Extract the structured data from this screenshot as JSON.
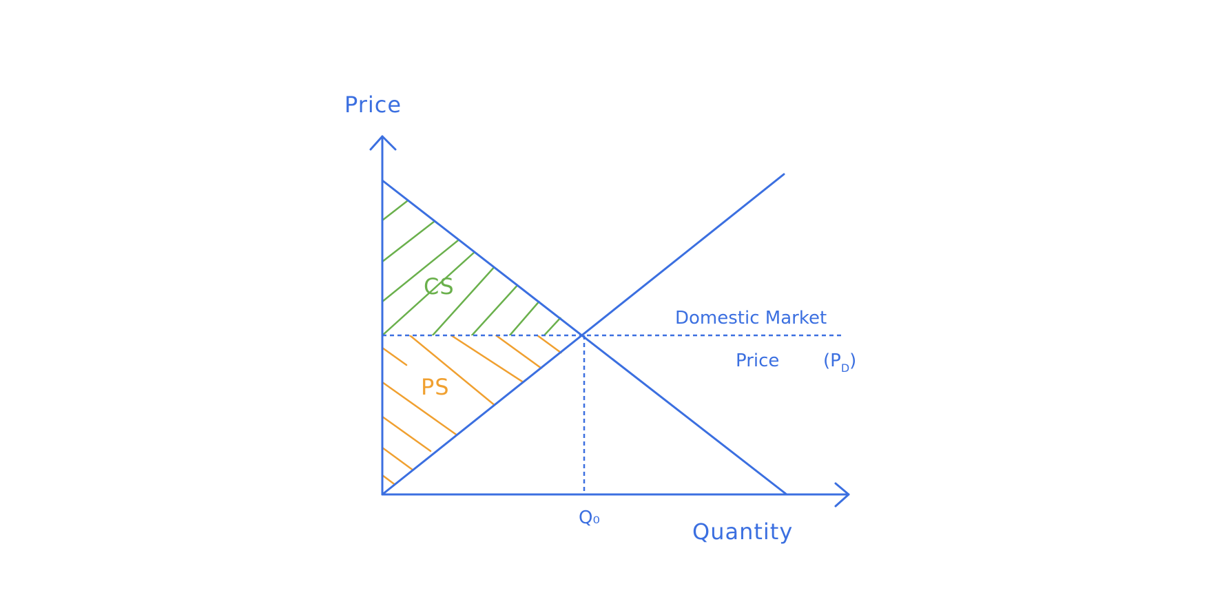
{
  "colors": {
    "ink": "#3b6fe0",
    "consumer_surplus": "#6ab04c",
    "producer_surplus": "#f0a030",
    "background": "#ffffff"
  },
  "axes": {
    "y_label": "Price",
    "x_label": "Quantity"
  },
  "curves": {
    "demand": "downward-sloping line",
    "supply": "upward-sloping line"
  },
  "equilibrium": {
    "quantity_label": "Q₀"
  },
  "price_line": {
    "line1": "Domestic Market",
    "line2": "Price",
    "symbol": "(P",
    "symbol_sub": "D",
    "symbol_close": ")"
  },
  "regions": {
    "consumer_surplus": {
      "label": "CS"
    },
    "producer_surplus": {
      "label": "PS"
    }
  }
}
